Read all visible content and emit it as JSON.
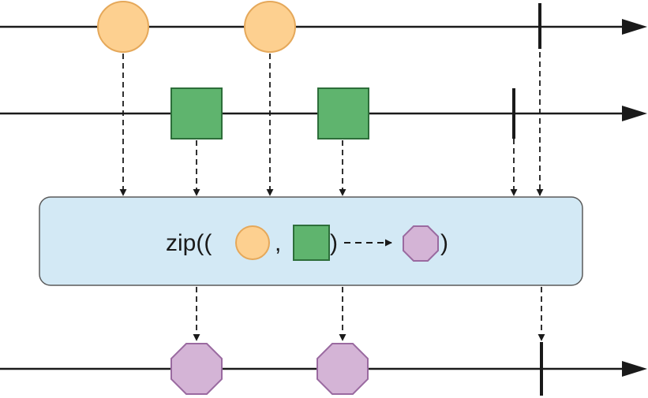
{
  "operator": {
    "prefix": "zip((",
    "separator": ",",
    "arrow_close": ")",
    "suffix": ")"
  },
  "colors": {
    "line": "#1a1a1a",
    "circle_fill": "#fdd090",
    "circle_stroke": "#e5a85a",
    "square_fill": "#5fb46e",
    "square_stroke": "#2d6e3a",
    "octagon_fill": "#d4b4d6",
    "octagon_stroke": "#9a6aa0",
    "operator_box_fill": "#d3e9f5",
    "operator_box_stroke": "#5a5a5a"
  },
  "shapes": {
    "input1": "circle",
    "input2": "square",
    "output": "octagon"
  }
}
